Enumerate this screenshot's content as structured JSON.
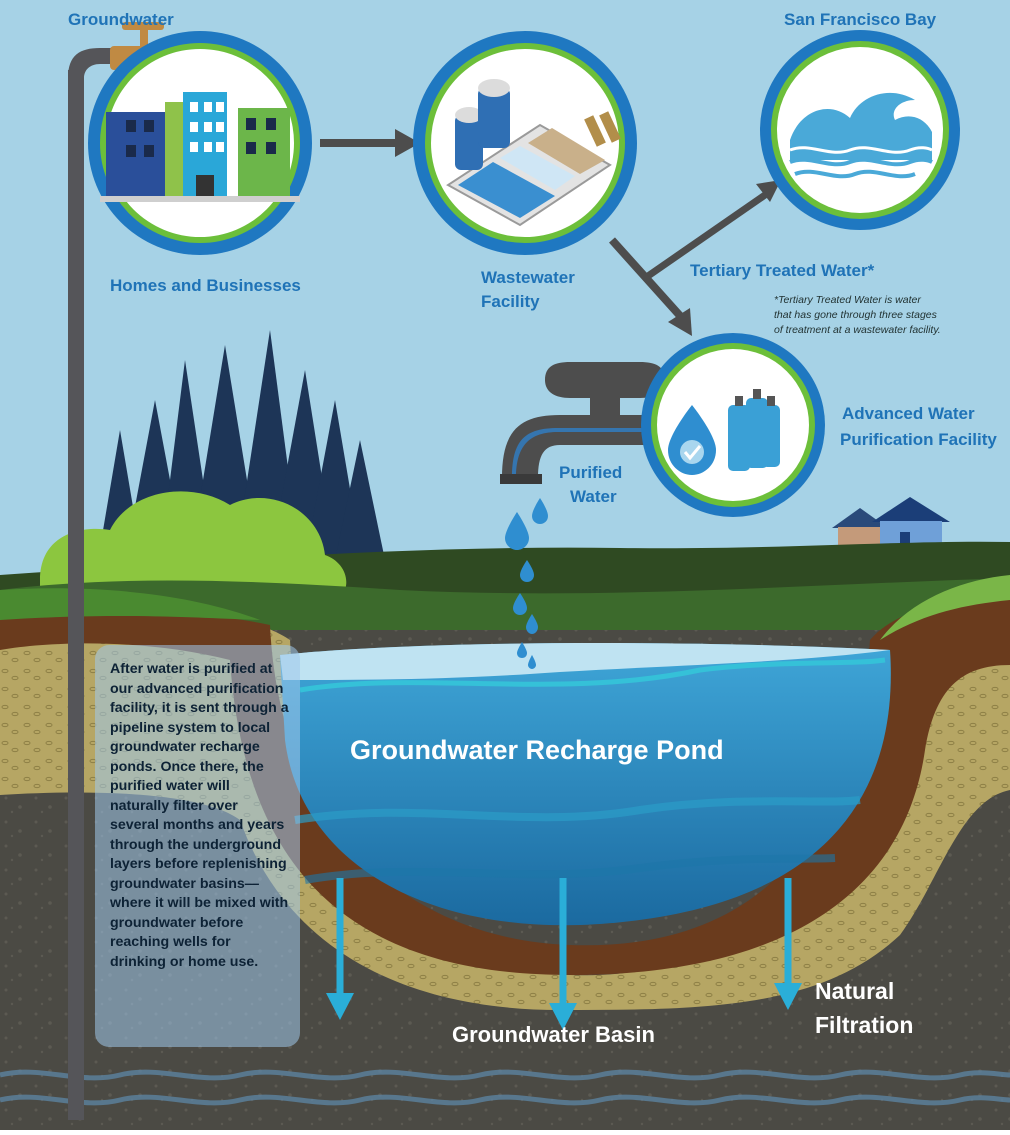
{
  "labels": {
    "groundwater": "Groundwater",
    "homes": "Homes and Businesses",
    "wastewater_1": "Wastewater",
    "wastewater_2": "Facility",
    "bay": "San Francisco Bay",
    "tertiary": "Tertiary Treated Water*",
    "footnote_1": "*Tertiary Treated Water is water",
    "footnote_2": "that has gone through three stages",
    "footnote_3": "of treatment at a wastewater facility.",
    "advanced_1": "Advanced Water",
    "advanced_2": "Purification Facility",
    "purified_1": "Purified",
    "purified_2": "Water",
    "pond": "Groundwater Recharge Pond",
    "basin": "Groundwater Basin",
    "natural_1": "Natural",
    "natural_2": "Filtration"
  },
  "info_text": "After water is purified at our advanced purification facility, it is sent through a pipeline system to local groundwater recharge ponds. Once there, the purified water will naturally filter over several months and years through the underground layers before replenishing groundwater basins—where it will be mixed with groundwater before reaching wells for drinking or home use.",
  "colors": {
    "sky": "#a6d2e6",
    "accent_blue": "#1f73b7",
    "circle_ring": "#1f78c1",
    "circle_inner_ring": "#6cbf3a",
    "pond": "#2e8fc6",
    "dirt": "#6a3b1d",
    "sand": "#b6a664",
    "ground": "#4a4a44",
    "hill": "#3a5f2a"
  }
}
